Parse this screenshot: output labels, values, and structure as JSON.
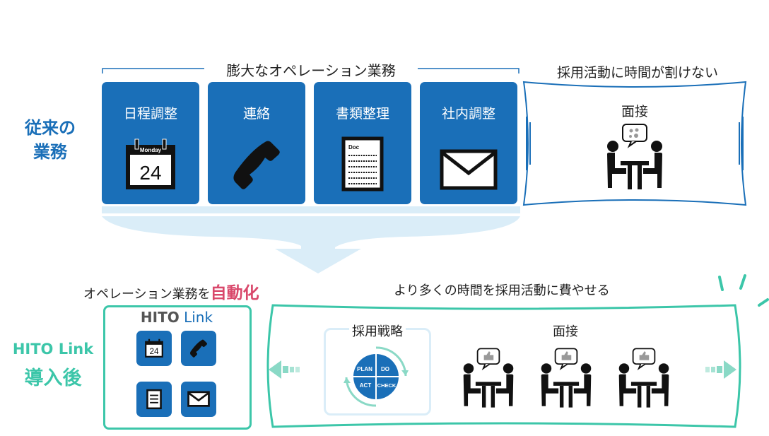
{
  "top": {
    "section_label": "従来の\n業務",
    "bracket_title": "膨大なオペレーション業務",
    "tasks": [
      {
        "label": "日程調整",
        "icon": "calendar-icon",
        "cal_day": "Monday",
        "cal_date": "24"
      },
      {
        "label": "連絡",
        "icon": "phone-icon"
      },
      {
        "label": "書類整理",
        "icon": "document-icon",
        "doc_title": "Doc"
      },
      {
        "label": "社内調整",
        "icon": "envelope-icon"
      }
    ],
    "side_title": "採用活動に時間が割けない",
    "side_label": "面接"
  },
  "bottom": {
    "section_label_line1": "HITO Link",
    "section_label_line2": "導入後",
    "automation_text": "オペレーション業務を",
    "automation_highlight": "自動化",
    "logo_hito": "HITO",
    "logo_link": "Link",
    "right_title": "より多くの時間を採用活動に費やせる",
    "strategy_label": "採用戦略",
    "pdca": [
      "PLAN",
      "DO",
      "ACT",
      "CHECK"
    ],
    "interview_label": "面接"
  },
  "colors": {
    "blue": "#1a6fb8",
    "teal": "#3cc6a9",
    "pink": "#d9486b",
    "light_blue": "#daedf8"
  }
}
